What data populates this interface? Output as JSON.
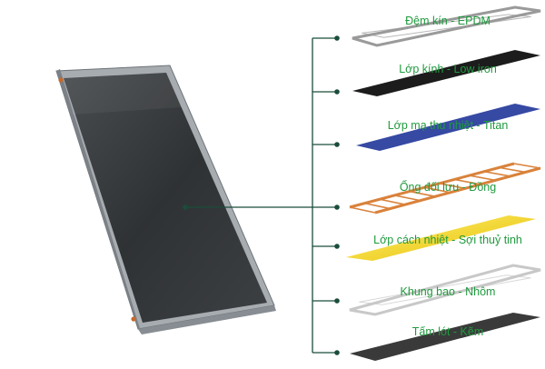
{
  "colors": {
    "connector": "#1a4d3a",
    "label_text": "#1f9a3e"
  },
  "layers": [
    {
      "name": "gasket",
      "label": "Đệm kín - EPDM",
      "style": "outline",
      "color": "#9a9a9a"
    },
    {
      "name": "glass",
      "label": "Lớp kính - Low iron",
      "style": "solid",
      "color": "#1c1c1c"
    },
    {
      "name": "absorber",
      "label": "Lớp mạ thu nhiệt - Titan",
      "style": "solid",
      "color": "#2a3e9e"
    },
    {
      "name": "pipes",
      "label": "Ống đối lưu - Đồng",
      "style": "pipes",
      "color": "#d9823b"
    },
    {
      "name": "insulation",
      "label": "Lớp cách nhiệt -  Sợi thuỷ tinh",
      "style": "solid",
      "color": "#f2d633"
    },
    {
      "name": "frame",
      "label": "Khung bao - Nhôm",
      "style": "outline",
      "color": "#c8c8c8"
    },
    {
      "name": "backing",
      "label": "Tấm lót - Kẽm",
      "style": "solid",
      "color": "#3a3a3a"
    }
  ]
}
